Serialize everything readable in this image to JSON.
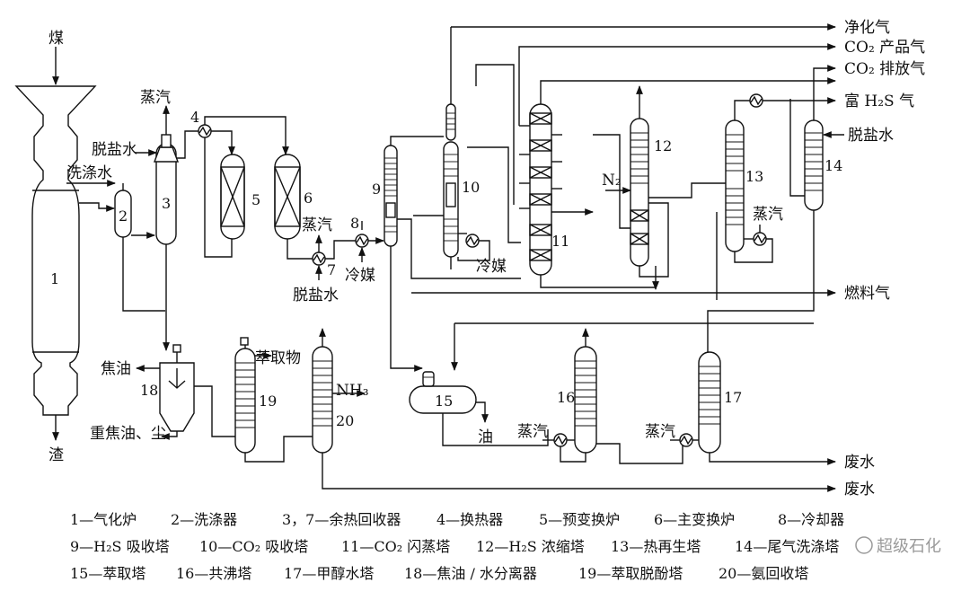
{
  "labels": {
    "coal": "煤",
    "slag": "渣",
    "steam_top": "蒸汽",
    "desalted_water_in": "脱盐水",
    "wash_water": "洗涤水",
    "steam_7": "蒸汽",
    "cold_medium_8": "冷媒",
    "desalted_water_7": "脱盐水",
    "cold_medium_10": "冷媒",
    "n2": "N₂",
    "steam_13": "蒸汽",
    "desalted_water_14": "脱盐水",
    "clean_gas": "净化气",
    "co2_product": "CO₂ 产品气",
    "co2_vent": "CO₂ 排放气",
    "rich_h2s": "富 H₂S 气",
    "fuel_gas": "燃料气",
    "tar": "焦油",
    "heavy_tar_dust": "重焦油、尘",
    "extract": "萃取物",
    "nh3": "NH₃",
    "oil": "油",
    "steam_16": "蒸汽",
    "steam_17": "蒸汽",
    "waste_water_1": "废水",
    "waste_water_2": "废水"
  },
  "numbers": {
    "n1": "1",
    "n2": "2",
    "n3": "3",
    "n4": "4",
    "n5": "5",
    "n6": "6",
    "n7": "7",
    "n8": "8",
    "n9": "9",
    "n10": "10",
    "n11": "11",
    "n12": "12",
    "n13": "13",
    "n14": "14",
    "n15": "15",
    "n16": "16",
    "n17": "17",
    "n18": "18",
    "n19": "19",
    "n20": "20"
  },
  "legend": {
    "row1": [
      "1—气化炉",
      "2—洗涤器",
      "3，7—余热回收器",
      "4—换热器",
      "5—预变换炉",
      "6—主变换炉",
      "8—冷却器"
    ],
    "row2": [
      "9—H₂S 吸收塔",
      "10—CO₂ 吸收塔",
      "11—CO₂ 闪蒸塔",
      "12—H₂S 浓缩塔",
      "13—热再生塔",
      "14—尾气洗涤塔"
    ],
    "row3": [
      "15—萃取塔",
      "16—共沸塔",
      "17—甲醇水塔",
      "18—焦油 / 水分离器",
      "19—萃取脱酚塔",
      "20—氨回收塔"
    ]
  },
  "watermark": "超级石化"
}
